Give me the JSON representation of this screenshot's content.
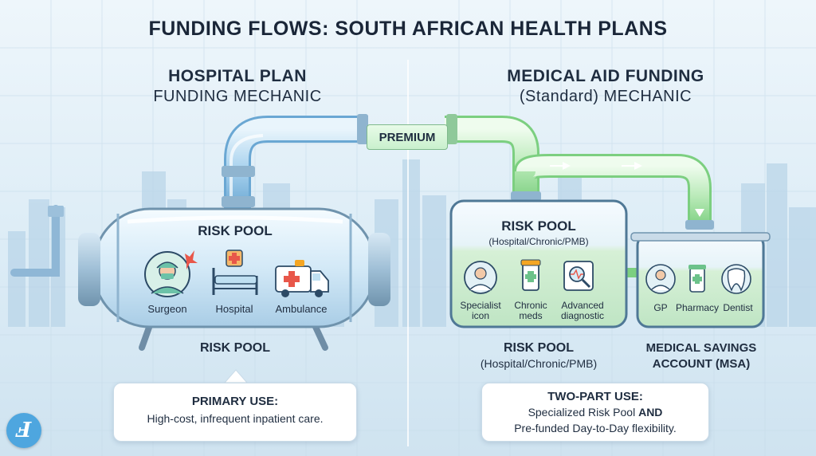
{
  "title": "FUNDING FLOWS: SOUTH AFRICAN HEALTH PLANS",
  "left": {
    "heading_line1": "HOSPITAL PLAN",
    "heading_line2": "FUNDING MECHANIC",
    "tank_label": "RISK POOL",
    "icons": [
      {
        "label": "Surgeon",
        "icon": "surgeon-icon"
      },
      {
        "label": "Hospital",
        "icon": "hospital-bed-icon"
      },
      {
        "label": "Ambulance",
        "icon": "ambulance-icon"
      }
    ],
    "caption": "RISK POOL",
    "callout_title": "PRIMARY USE:",
    "callout_text": "High-cost, infrequent inpatient care."
  },
  "pipe_label": "PREMIUM",
  "right": {
    "heading_line1": "MEDICAL AID FUNDING",
    "heading_line2": "(Standard) MECHANIC",
    "risk_pool": {
      "title": "RISK POOL",
      "subtitle": "(Hospital/Chronic/PMB)",
      "icons": [
        {
          "label_line1": "Specialist",
          "label_line2": "icon",
          "icon": "specialist-doctor-icon"
        },
        {
          "label_line1": "Chronic",
          "label_line2": "meds",
          "icon": "pill-bottle-icon"
        },
        {
          "label_line1": "Advanced",
          "label_line2": "diagnostic",
          "icon": "diagnostic-scan-icon"
        }
      ],
      "caption_line1": "RISK POOL",
      "caption_line2": "(Hospital/Chronic/PMB)"
    },
    "msa": {
      "icons": [
        {
          "label": "GP",
          "icon": "gp-doctor-icon"
        },
        {
          "label": "Pharmacy",
          "icon": "pharmacy-bottle-icon"
        },
        {
          "label": "Dentist",
          "icon": "tooth-icon"
        }
      ],
      "caption_line1": "MEDICAL SAVINGS",
      "caption_line2": "ACCOUNT (MSA)"
    },
    "callout_title": "TWO-PART USE:",
    "callout_line1_pre": "Specialized Risk Pool ",
    "callout_line1_bold": "AND",
    "callout_line2": "Pre-funded Day-to-Day flexibility."
  },
  "logo_glyph": "Ⅎ"
}
